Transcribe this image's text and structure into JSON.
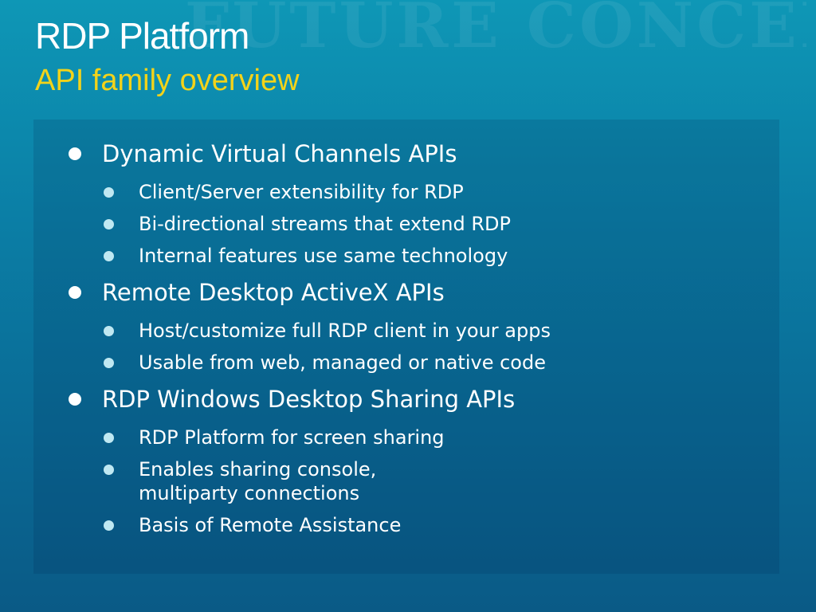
{
  "watermark": "FUTURE CONCEPT",
  "title": "RDP Platform",
  "subtitle": "API family overview",
  "colors": {
    "title": "#ffffff",
    "subtitle": "#f3d31a",
    "background_top": "#0e97b6",
    "background_bottom": "#0a5a86"
  },
  "bullets": [
    {
      "label": "Dynamic Virtual Channels APIs",
      "items": [
        [
          "Client/Server extensibility for RDP"
        ],
        [
          "Bi-directional streams that extend RDP"
        ],
        [
          "Internal features use same technology"
        ]
      ]
    },
    {
      "label": "Remote Desktop ActiveX APIs",
      "items": [
        [
          "Host/customize full RDP client in your apps"
        ],
        [
          "Usable from web, managed or native code"
        ]
      ]
    },
    {
      "label": "RDP Windows Desktop Sharing APIs",
      "items": [
        [
          "RDP Platform for screen sharing"
        ],
        [
          "Enables sharing console,",
          "multiparty connections"
        ],
        [
          "Basis of Remote Assistance"
        ]
      ]
    }
  ]
}
